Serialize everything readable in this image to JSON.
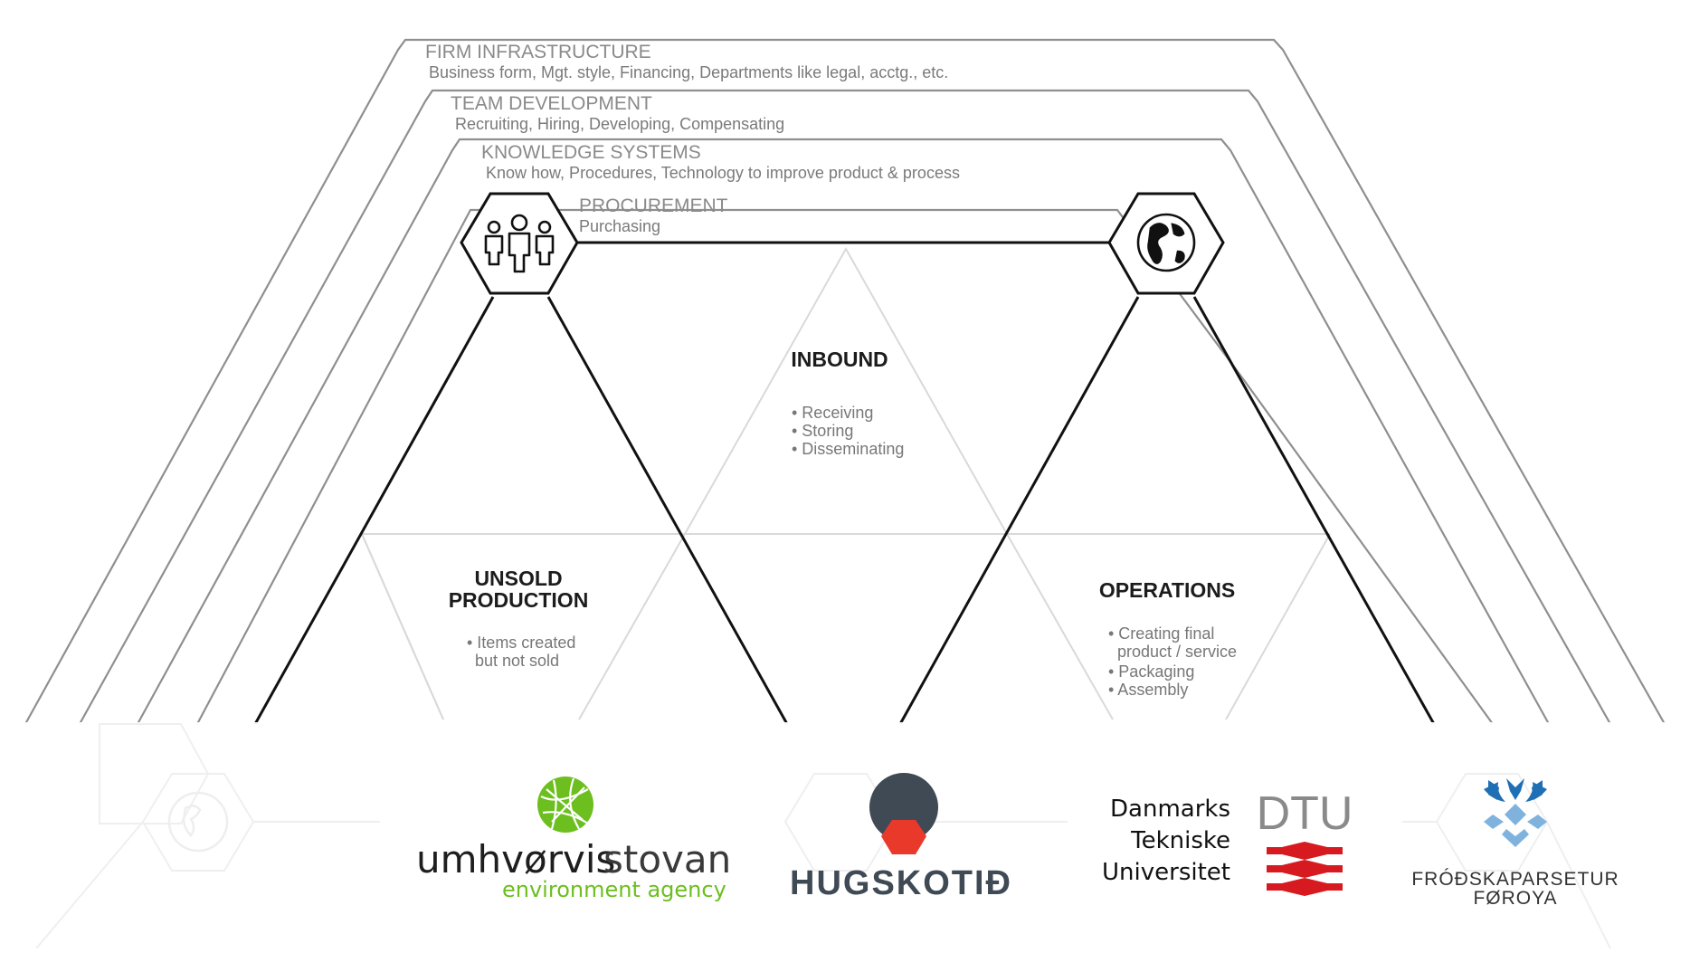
{
  "layers": [
    {
      "title": "FIRM INFRASTRUCTURE",
      "subtitle": "Business form, Mgt. style, Financing, Departments like legal, acctg., etc."
    },
    {
      "title": "TEAM DEVELOPMENT",
      "subtitle": "Recruiting, Hiring, Developing, Compensating"
    },
    {
      "title": "KNOWLEDGE SYSTEMS",
      "subtitle": "Know how, Procedures, Technology to improve product & process"
    },
    {
      "title": "PROCUREMENT",
      "subtitle": "Purchasing"
    }
  ],
  "segments": {
    "inbound": {
      "title": "INBOUND",
      "items": [
        "• Receiving",
        "• Storing",
        "• Disseminating"
      ]
    },
    "unsold": {
      "title_line1": "UNSOLD",
      "title_line2": "PRODUCTION",
      "items": [
        "• Items created",
        "but not sold"
      ]
    },
    "operations": {
      "title": "OPERATIONS",
      "items": [
        "• Creating final",
        "product / service",
        "• Packaging",
        "• Assembly"
      ]
    }
  },
  "icons": {
    "left_hex": "people-group-icon",
    "right_hex": "globe-icon",
    "faded_left": "globe-icon"
  },
  "logos": {
    "umhvorvisstovan": {
      "line1_dark": "umhvørvis",
      "line1_light": "stovan",
      "line2": "environment agency"
    },
    "hugskotid": {
      "name": "HUGSKOTIÐ"
    },
    "dtu": {
      "line1": "Danmarks",
      "line2": "Tekniske",
      "line3": "Universitet",
      "mark": "DTU"
    },
    "frodskaparsetur": {
      "line1": "FRÓÐSKAPARSETUR",
      "line2": "FØROYA"
    }
  },
  "colors": {
    "frame_line": "#8c8c8c",
    "main_line": "#111111",
    "faint_line": "#d9d9d9",
    "umhv_green": "#6cbf1f",
    "hug_dark": "#3f4a55",
    "hug_red": "#e8392b",
    "dtu_red": "#d71920",
    "dtu_grey": "#8a8a8a",
    "frod_blue": "#1f6fb5",
    "frod_light": "#7fb3de"
  }
}
